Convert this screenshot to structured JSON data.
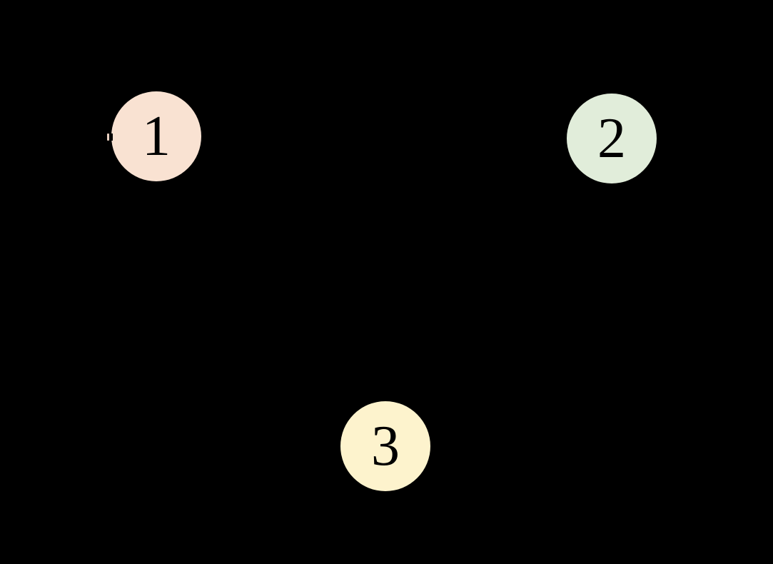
{
  "figure": {
    "type": "graph-diagram",
    "background_color": "#000000",
    "nodes": [
      {
        "id": "1",
        "label": "1",
        "fill_color": "#f9e2d2",
        "text_color": "#000000"
      },
      {
        "id": "2",
        "label": "2",
        "fill_color": "#e1edda",
        "text_color": "#000000"
      },
      {
        "id": "3",
        "label": "3",
        "fill_color": "#fdf3cd",
        "text_color": "#000000"
      }
    ],
    "edge_artifact": {
      "description": "partial arrowhead mark visible at left edge of node 1",
      "color": "#e8cfc0"
    }
  }
}
